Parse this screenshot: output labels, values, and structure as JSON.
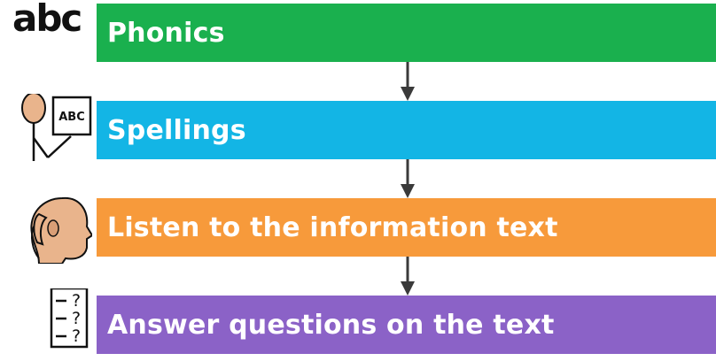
{
  "steps": [
    {
      "label": "Phonics",
      "color": "#1ab04e",
      "icon": "abc-icon"
    },
    {
      "label": "Spellings",
      "color": "#13b5e5",
      "icon": "person-spelling-icon"
    },
    {
      "label": "Listen to the information text",
      "color": "#f79a3b",
      "icon": "listening-ear-icon"
    },
    {
      "label": "Answer questions on the text",
      "color": "#8b62c7",
      "icon": "question-sheet-icon"
    }
  ],
  "icon_text": {
    "abc": "abc",
    "board": "ABC",
    "question_mark": "?"
  }
}
